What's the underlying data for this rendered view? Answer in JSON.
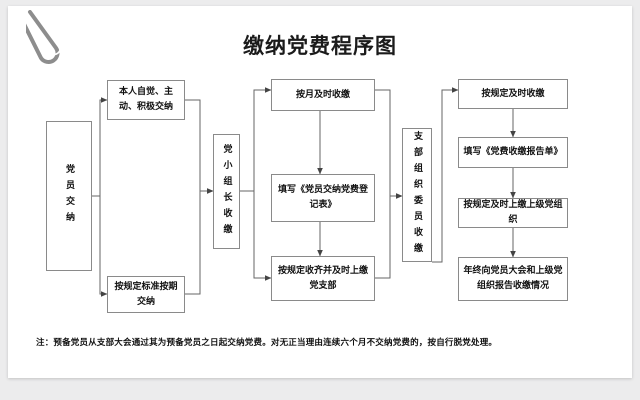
{
  "document": {
    "title": "缴纳党费程序图",
    "background_color": "#ececed",
    "card_color": "#ffffff",
    "line_color": "#555555",
    "border_color": "#8a8a8a"
  },
  "decoration": {
    "clip_icon": "paperclip-icon",
    "clip_color": "#8d8d8d"
  },
  "flow": {
    "col1": {
      "label": "党员交纳"
    },
    "col2": [
      {
        "label": "本人自觉、主动、积极交纳"
      },
      {
        "label": "按规定标准按期交纳"
      }
    ],
    "col3": {
      "label": "党小组长收缴"
    },
    "col4": [
      {
        "label": "按月及时收缴"
      },
      {
        "label": "填写《党员交纳党费登记表》"
      },
      {
        "label": "按规定收齐并及时上缴党支部"
      }
    ],
    "col5": {
      "label": "支部组织委员收缴"
    },
    "col6": [
      {
        "label": "按规定及时收缴"
      },
      {
        "label": "填写《党费收缴报告单》"
      },
      {
        "label": "按规定及时上缴上级党组织"
      },
      {
        "label": "年终向党员大会和上级党组织报告收缴情况"
      }
    ]
  },
  "footnote": {
    "text": "注：预备党员从支部大会通过其为预备党员之日起交纳党费。对无正当理由连续六个月不交纳党费的，按自行脱党处理。"
  }
}
